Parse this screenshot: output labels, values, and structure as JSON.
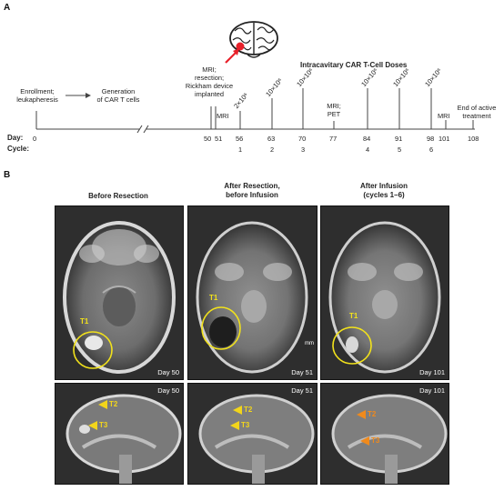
{
  "panel_a": {
    "label": "A",
    "title": "Intracavitary CAR T-Cell Doses",
    "row_day_label": "Day:",
    "row_cycle_label": "Cycle:",
    "events": [
      {
        "id": "enroll",
        "text_lines": [
          "Enrollment;",
          "leukapheresis"
        ],
        "day": "0"
      },
      {
        "id": "generation",
        "text_lines": [
          "Generation",
          "of CAR T cells"
        ]
      },
      {
        "id": "resection",
        "text_lines": [
          "MRI;",
          "resection;",
          "Rickham device",
          "implanted"
        ],
        "day": "50"
      },
      {
        "id": "mri51",
        "text_lines": [
          "MRI"
        ],
        "day": "51"
      },
      {
        "id": "mri77",
        "text_lines": [
          "MRI;",
          "PET"
        ],
        "day": "77"
      },
      {
        "id": "mri101",
        "text_lines": [
          "MRI"
        ],
        "day": "101"
      },
      {
        "id": "end",
        "text_lines": [
          "End of active",
          "treatment"
        ],
        "day": "108"
      }
    ],
    "doses": [
      {
        "label": "2×10⁶",
        "day": "56",
        "cycle": "1"
      },
      {
        "label": "10×10⁶",
        "day": "63",
        "cycle": "2"
      },
      {
        "label": "10×10⁶",
        "day": "70",
        "cycle": "3"
      },
      {
        "label": "10×10⁶",
        "day": "84",
        "cycle": "4"
      },
      {
        "label": "10×10⁶",
        "day": "91",
        "cycle": "5"
      },
      {
        "label": "10×10⁶",
        "day": "98",
        "cycle": "6"
      }
    ],
    "days_plain": [
      "0",
      "50",
      "51",
      "56",
      "63",
      "70",
      "77",
      "84",
      "91",
      "98",
      "101",
      "108"
    ],
    "colors": {
      "line": "#444444",
      "arrow": "#e8202a",
      "lesion": "#e8202a"
    }
  },
  "panel_b": {
    "label": "B",
    "columns": [
      {
        "title_lines": [
          "Before Resection"
        ]
      },
      {
        "title_lines": [
          "After Resection,",
          "before Infusion"
        ]
      },
      {
        "title_lines": [
          "After Infusion",
          "(cycles 1–6)"
        ]
      }
    ],
    "axial": [
      {
        "day_label": "Day 50",
        "roi": "T1"
      },
      {
        "day_label": "Day 51",
        "roi": "T1",
        "scale": "mm"
      },
      {
        "day_label": "Day 101",
        "roi": "T1"
      }
    ],
    "sagittal": [
      {
        "day_label": "Day 50",
        "markers": [
          "T2",
          "T3"
        ]
      },
      {
        "day_label": "Day 51",
        "markers": [
          "T2",
          "T3"
        ]
      },
      {
        "day_label": "Day 101",
        "markers": [
          "T2",
          "T3"
        ]
      }
    ],
    "colors": {
      "roi": "#f2e21b",
      "marker_yellow": "#f2d51b",
      "marker_orange": "#f08a1c"
    }
  }
}
